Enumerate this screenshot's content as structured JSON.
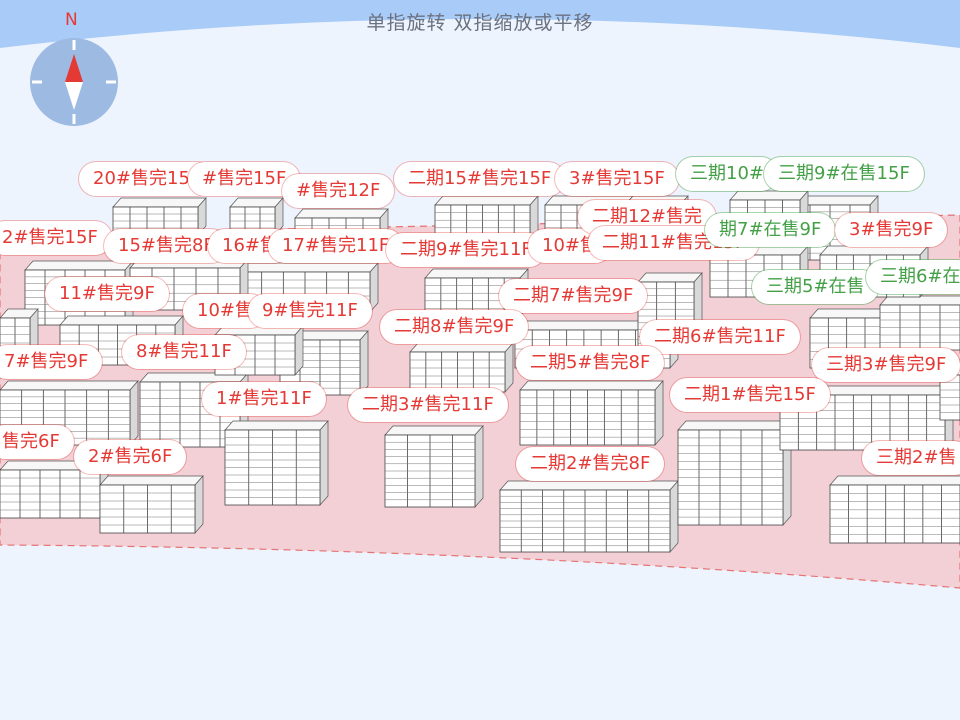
{
  "hint": "单指旋转 双指缩放或平移",
  "compass": {
    "north": "N"
  },
  "colors": {
    "sold": "#e53935",
    "on_sale": "#43a047",
    "site": "#f2d0d6",
    "sky": "#a8ccf7"
  },
  "labels": [
    {
      "text": "20#售完15F",
      "status": "sold"
    },
    {
      "text": "#售完15F",
      "status": "sold"
    },
    {
      "text": "#售完12F",
      "status": "sold"
    },
    {
      "text": "二期15#售完15F",
      "status": "sold"
    },
    {
      "text": "3#售完15F",
      "status": "sold"
    },
    {
      "text": "三期10#",
      "status": "on"
    },
    {
      "text": "三期9#在售15F",
      "status": "on"
    },
    {
      "text": "2#售完15F",
      "status": "sold"
    },
    {
      "text": "15#售完8F",
      "status": "sold"
    },
    {
      "text": "16#售",
      "status": "sold"
    },
    {
      "text": "17#售完11F",
      "status": "sold"
    },
    {
      "text": "二期9#售完11F",
      "status": "sold"
    },
    {
      "text": "10#售",
      "status": "sold"
    },
    {
      "text": "二期12#售完",
      "status": "sold"
    },
    {
      "text": "二期11#售完15F",
      "status": "sold"
    },
    {
      "text": "期7#在售9F",
      "status": "on"
    },
    {
      "text": "3#售完9F",
      "status": "sold"
    },
    {
      "text": "11#售完9F",
      "status": "sold"
    },
    {
      "text": "10#售",
      "status": "sold"
    },
    {
      "text": "9#售完11F",
      "status": "sold"
    },
    {
      "text": "二期7#售完9F",
      "status": "sold"
    },
    {
      "text": "三期5#在售",
      "status": "on"
    },
    {
      "text": "三期6#在",
      "status": "on"
    },
    {
      "text": "二期8#售完9F",
      "status": "sold"
    },
    {
      "text": "7#售完9F",
      "status": "sold"
    },
    {
      "text": "8#售完11F",
      "status": "sold"
    },
    {
      "text": "二期6#售完11F",
      "status": "sold"
    },
    {
      "text": "二期5#售完8F",
      "status": "sold"
    },
    {
      "text": "三期3#售完9F",
      "status": "sold"
    },
    {
      "text": "1#售完11F",
      "status": "sold"
    },
    {
      "text": "二期3#售完11F",
      "status": "sold"
    },
    {
      "text": "二期1#售完15F",
      "status": "sold"
    },
    {
      "text": "售完6F",
      "status": "sold"
    },
    {
      "text": "2#售完6F",
      "status": "sold"
    },
    {
      "text": "二期2#售完8F",
      "status": "sold"
    },
    {
      "text": "三期2#售",
      "status": "sold"
    }
  ]
}
